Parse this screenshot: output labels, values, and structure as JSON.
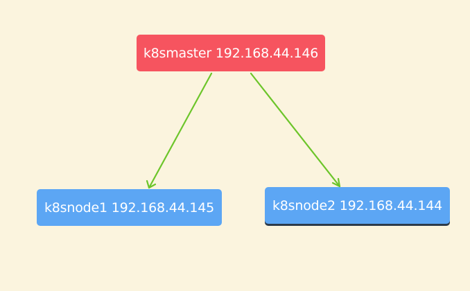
{
  "nodes": {
    "master": {
      "label": "k8smaster 192.168.44.146"
    },
    "node1": {
      "label": "k8snode1 192.168.44.145"
    },
    "node2": {
      "label": "k8snode2 192.168.44.144"
    }
  },
  "colors": {
    "background": "#fbf4de",
    "master": "#f6545f",
    "worker": "#5ca6f4",
    "edge": "#6cc52a"
  }
}
